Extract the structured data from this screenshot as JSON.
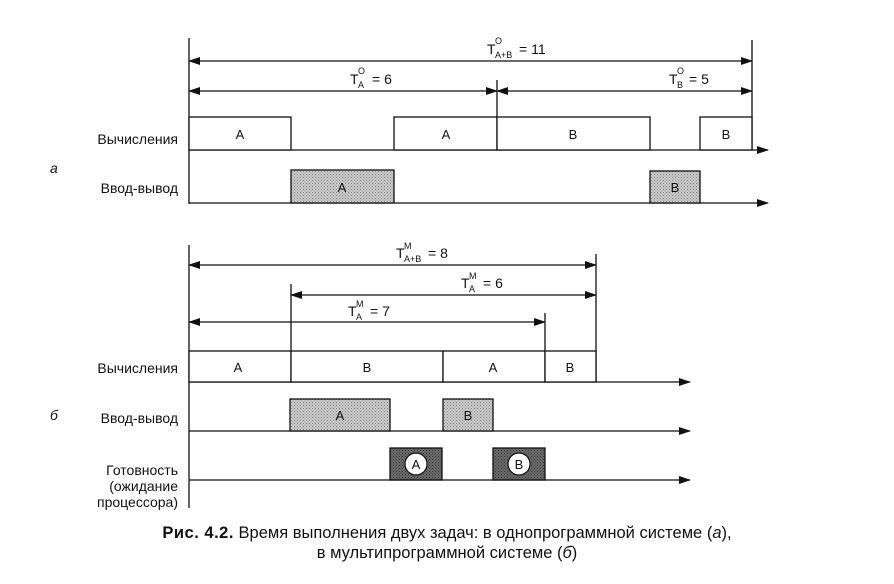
{
  "part_a": {
    "letter": "а",
    "rows": {
      "compute": "Вычисления",
      "io": "Ввод-вывод"
    },
    "total": {
      "T": "T",
      "sup": "O",
      "sub": "A+B",
      "value": "= 11"
    },
    "tA": {
      "T": "T",
      "sup": "O",
      "sub": "A",
      "value": "= 6"
    },
    "tB": {
      "T": "T",
      "sup": "O",
      "sub": "B",
      "value": "= 5"
    },
    "compute_blocks": [
      "A",
      "A",
      "B",
      "B"
    ],
    "io_blocks": [
      "A",
      "B"
    ]
  },
  "part_b": {
    "letter": "б",
    "rows": {
      "compute": "Вычисления",
      "io": "Ввод-вывод",
      "ready_line1": "Готовность",
      "ready_line2": "(ожидание",
      "ready_line3": "процессора)"
    },
    "total": {
      "T": "T",
      "sup": "M",
      "sub": "A+B",
      "value": "= 8"
    },
    "tA_upper": {
      "T": "T",
      "sup": "M",
      "sub": "A",
      "value": "= 6"
    },
    "tA_lower": {
      "T": "T",
      "sup": "M",
      "sub": "A",
      "value": "= 7"
    },
    "compute_blocks": [
      "A",
      "B",
      "A",
      "B"
    ],
    "io_blocks": [
      "A",
      "B"
    ],
    "ready_blocks": [
      "A",
      "B"
    ]
  },
  "caption": {
    "fig": "Рис. 4.2.",
    "text1": " Время выполнения двух задач: в однопрограммной системе (",
    "a": "а",
    "text2": "),",
    "text3": "в мультипрограммной системе (",
    "b": "б",
    "text4": ")"
  }
}
